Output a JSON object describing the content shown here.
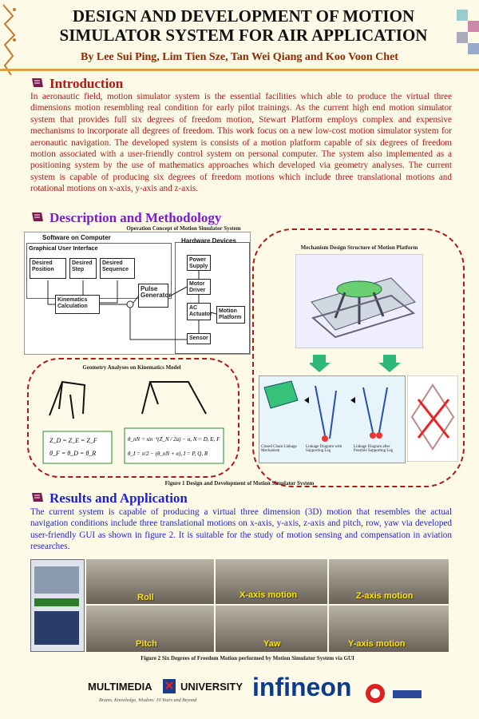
{
  "title_line1": "DESIGN AND DEVELOPMENT OF MOTION",
  "title_line2": "SIMULATOR SYSTEM FOR AIR APPLICATION",
  "authors": "By Lee Sui Ping, Lim Tien Sze, Tan Wei Qiang and Koo Voon Chet",
  "intro": {
    "heading": "Introduction",
    "text": "In aeronautic field, motion simulator system is the essential facilities which able to produce the virtual three dimensions motion resembling real condition for early pilot trainings. As the current high end motion simulator system that provides full six degrees of freedom motion, Stewart Platform employs complex and expensive mechanisms to incorporate all degrees of freedom. This work focus on a new low-cost motion simulator system for aeronautic navigation. The developed system is consists of a motion platform capable of six degrees of freedom motion associated with a user-friendly control system on personal computer. The system also implemented as a positioning system by the use of mathematics approaches which developed via geometry analyses. The current system is capable of producing six degrees of freedom motions which include three translational motions and rotational motions on x-axis, y-axis and z-axis."
  },
  "method": {
    "heading": "Description and Methodology",
    "concept_title": "Operation Concept of Motion Simulator System",
    "software_label": "Software on Computer",
    "gui_label": "Graphical User Interface",
    "desired_position": "Desired Position",
    "desired_step": "Desired Step",
    "desired_sequence": "Desired Sequence",
    "kinematics": "Kinematics Calculation",
    "pulse": "Pulse Generator",
    "hardware_label": "Hardware Devices",
    "power": "Power Supply",
    "driver": "Motor Driver",
    "actuator": "AC Actuator",
    "platform": "Motion Platform",
    "sensor": "Sensor",
    "mechanism_title": "Mechanism Design Structure of Motion Platform",
    "geometry_title": "Geometry Analyses on Kinematics Model",
    "mech_caption_a": "Closed Chain Linkage Mechanism",
    "mech_caption_b": "Linkage Diagram with Supporting Leg",
    "mech_caption_c": "Linkage Diagram after Possible Supporting Leg",
    "figure1": "Figure 1 Design and Development of Motion Simulator System"
  },
  "results": {
    "heading": "Results and Application",
    "text": "The current system is capable of producing a virtual three dimension (3D) motion that resembles the actual navigation conditions include three translational motions on x-axis, y-axis, z-axis and pitch, row, yaw via developed user-friendly GUI as shown in figure 2. It is suitable for the study of motion sensing and compensation in aviation researches.",
    "labels": [
      "Roll",
      "X-axis motion",
      "Z-axis motion",
      "Pitch",
      "Yaw",
      "Y-axis motion"
    ],
    "figure2": "Figure 2 Six Degrees of Freedom Motion performed by Motion Simulator System via GUI"
  },
  "footer": {
    "mmu": "MULTIMEDIA",
    "mmu2": "UNIVERSITY",
    "mmu_tagline": "Brains, Knowledge, Wisdom: 10 Years and Beyond",
    "infineon": "infineon"
  }
}
